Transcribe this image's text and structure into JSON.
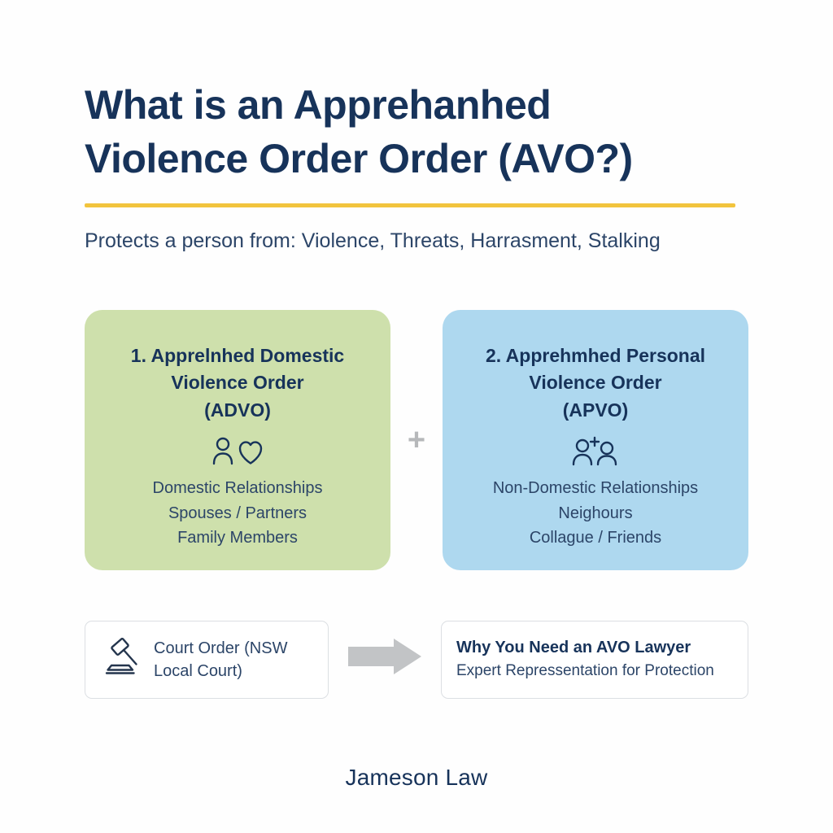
{
  "header": {
    "title_lines": [
      "What is an Apprehanhed",
      "Violence Order Order (AVO?)"
    ],
    "subtitle": "Protects a person from: Violence, Threats, Harrasment, Stalking",
    "rule_color": "#f2c43d"
  },
  "cards": [
    {
      "title_lines": [
        "1. Apprelnhed Domestic",
        "Violence Order",
        "(ADVO)"
      ],
      "icon": "person-heart-icon",
      "bg_color": "#cee0ac",
      "items": [
        "Domestic Relationships",
        "Spouses / Partners",
        "Family Members"
      ]
    },
    {
      "title_lines": [
        "2. Apprehmhed Personal",
        "Violence Order",
        "(APVO)"
      ],
      "icon": "two-people-plus-icon",
      "bg_color": "#aed8ef",
      "items": [
        "Non-Domestic Relationships",
        "Neighours",
        "Collague / Friends"
      ]
    }
  ],
  "connector": {
    "plus_label": "+",
    "plus_color": "#b6b8ba"
  },
  "bottom": {
    "court_box": {
      "icon": "gavel-icon",
      "lines": [
        "Court Order (NSW",
        "Local Court)"
      ]
    },
    "arrow": {
      "icon": "arrow-right-icon",
      "color": "#c2c4c6"
    },
    "lawyer_box": {
      "heading": "Why You Need an AVO Lawyer",
      "subheading": "Expert Repressentation for Protection"
    }
  },
  "footer": {
    "brand": "Jameson Law"
  }
}
